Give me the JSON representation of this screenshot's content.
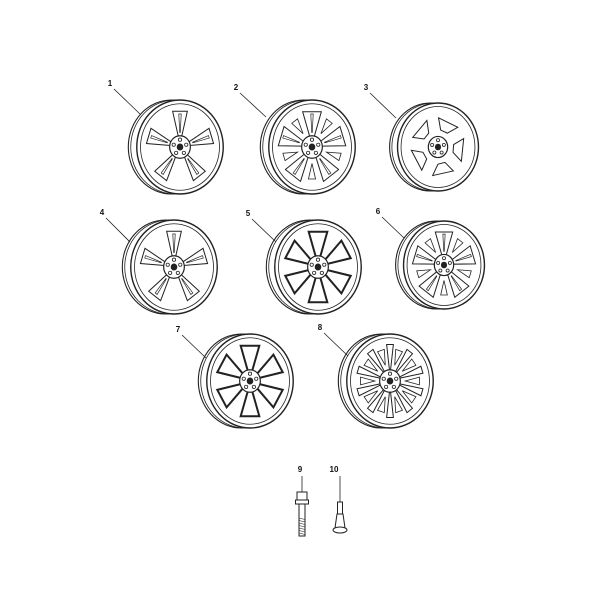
{
  "diagram": {
    "parts": [
      {
        "id": "1",
        "label": "1",
        "kind": "wheel",
        "style": "split-spoke"
      },
      {
        "id": "2",
        "label": "2",
        "kind": "wheel",
        "style": "cutout"
      },
      {
        "id": "3",
        "label": "3",
        "kind": "wheel",
        "style": "steel"
      },
      {
        "id": "4",
        "label": "4",
        "kind": "wheel",
        "style": "split-spoke"
      },
      {
        "id": "5",
        "label": "5",
        "kind": "wheel",
        "style": "bold-spoke"
      },
      {
        "id": "6",
        "label": "6",
        "kind": "wheel",
        "style": "cutout"
      },
      {
        "id": "7",
        "label": "7",
        "kind": "wheel",
        "style": "bold-spoke"
      },
      {
        "id": "8",
        "label": "8",
        "kind": "wheel",
        "style": "mesh"
      },
      {
        "id": "9",
        "label": "9",
        "kind": "lug-bolt"
      },
      {
        "id": "10",
        "label": "10",
        "kind": "valve-stem"
      }
    ],
    "colors": {
      "ink": "#222222",
      "background": "#ffffff"
    }
  }
}
